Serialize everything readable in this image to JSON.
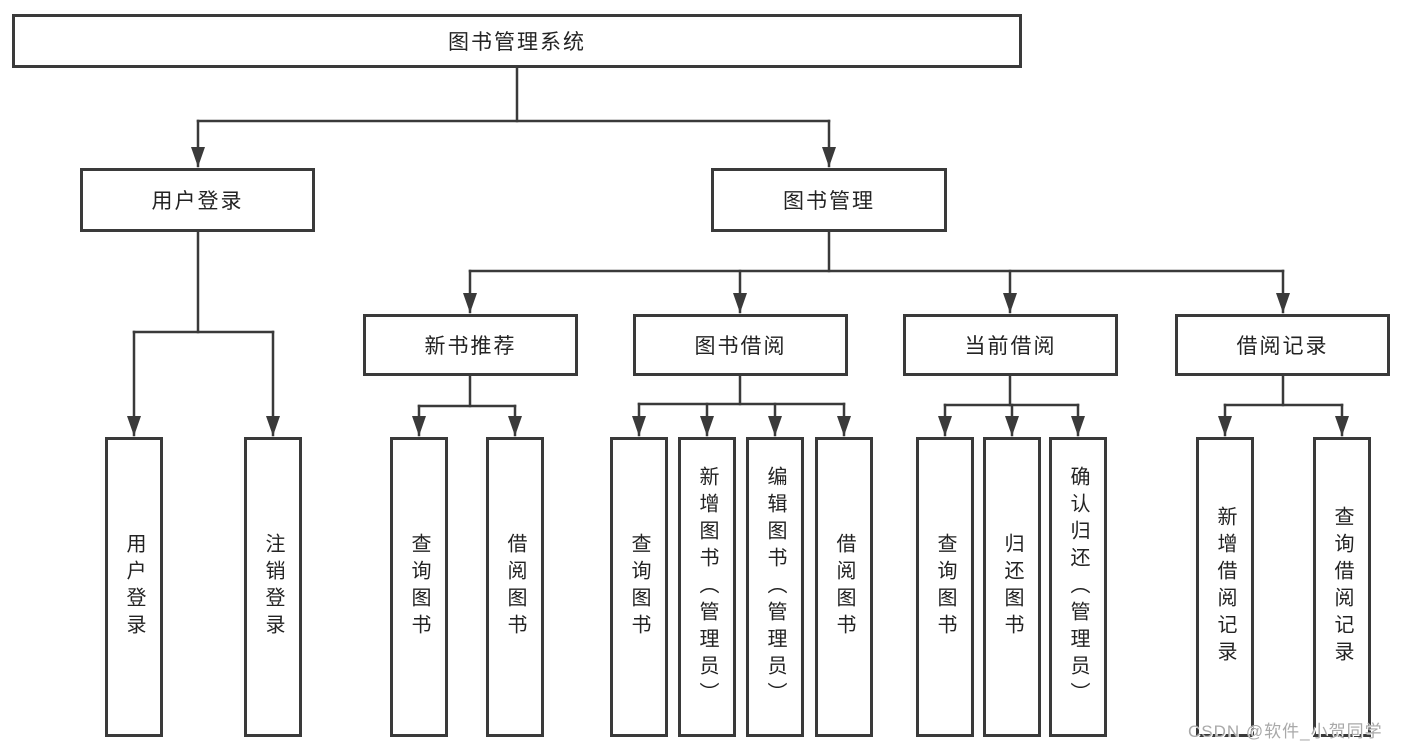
{
  "diagram_title": "图书管理系统",
  "tree": {
    "label": "图书管理系统",
    "children": [
      {
        "label": "用户登录",
        "children": [
          {
            "label": "用户登录"
          },
          {
            "label": "注销登录"
          }
        ]
      },
      {
        "label": "图书管理",
        "children": [
          {
            "label": "新书推荐",
            "children": [
              {
                "label": "查询图书"
              },
              {
                "label": "借阅图书"
              }
            ]
          },
          {
            "label": "图书借阅",
            "children": [
              {
                "label": "查询图书"
              },
              {
                "label": "新增图书（管理员）"
              },
              {
                "label": "编辑图书（管理员）"
              },
              {
                "label": "借阅图书"
              }
            ]
          },
          {
            "label": "当前借阅",
            "children": [
              {
                "label": "查询图书"
              },
              {
                "label": "归还图书"
              },
              {
                "label": "确认归还（管理员）"
              }
            ]
          },
          {
            "label": "借阅记录",
            "children": [
              {
                "label": "新增借阅记录"
              },
              {
                "label": "查询借阅记录"
              }
            ]
          }
        ]
      }
    ]
  },
  "watermark": {
    "text": "CSDN @软件_小贺同学"
  },
  "colors": {
    "line": "#3a3a3a",
    "box_border": "#3a3a3a",
    "text": "#232323",
    "background": "#ffffff",
    "watermark": "#a9a9a9"
  }
}
